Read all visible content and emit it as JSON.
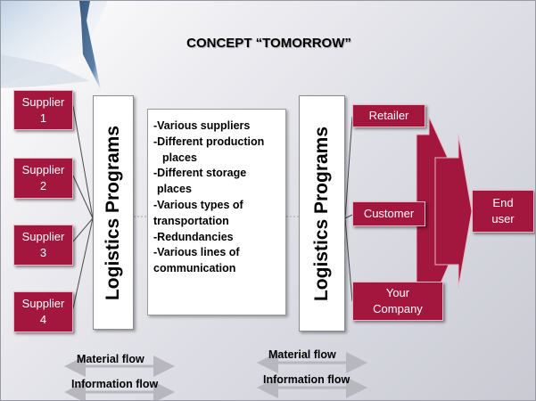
{
  "title": "CONCEPT “TOMORROW”",
  "suppliers": [
    {
      "label": "Supplier\n1"
    },
    {
      "label": "Supplier\n2"
    },
    {
      "label": "Supplier\n3"
    },
    {
      "label": "Supplier\n4"
    }
  ],
  "logistics_label_left": "Logistics Programs",
  "logistics_label_right": "Logistics Programs",
  "center_list": [
    "-Various suppliers",
    "-Different production",
    "  places",
    "-Different storage",
    "  places",
    "-Various types of",
    " transportation",
    "-Redundancies",
    "-Various lines of",
    " communication"
  ],
  "outputs": {
    "retailer": "Retailer",
    "customer": "Customer",
    "your_company": "Your\nCompany"
  },
  "end_user": "End\nuser",
  "flows_left": {
    "material": "Material flow",
    "information": "Information flow"
  },
  "flows_right": {
    "material": "Material flow",
    "information": "Information flow"
  },
  "colors": {
    "box_red": "#a3163d",
    "arrow_red": "#a3163d",
    "flow_arrow": "#b7b7bd"
  }
}
